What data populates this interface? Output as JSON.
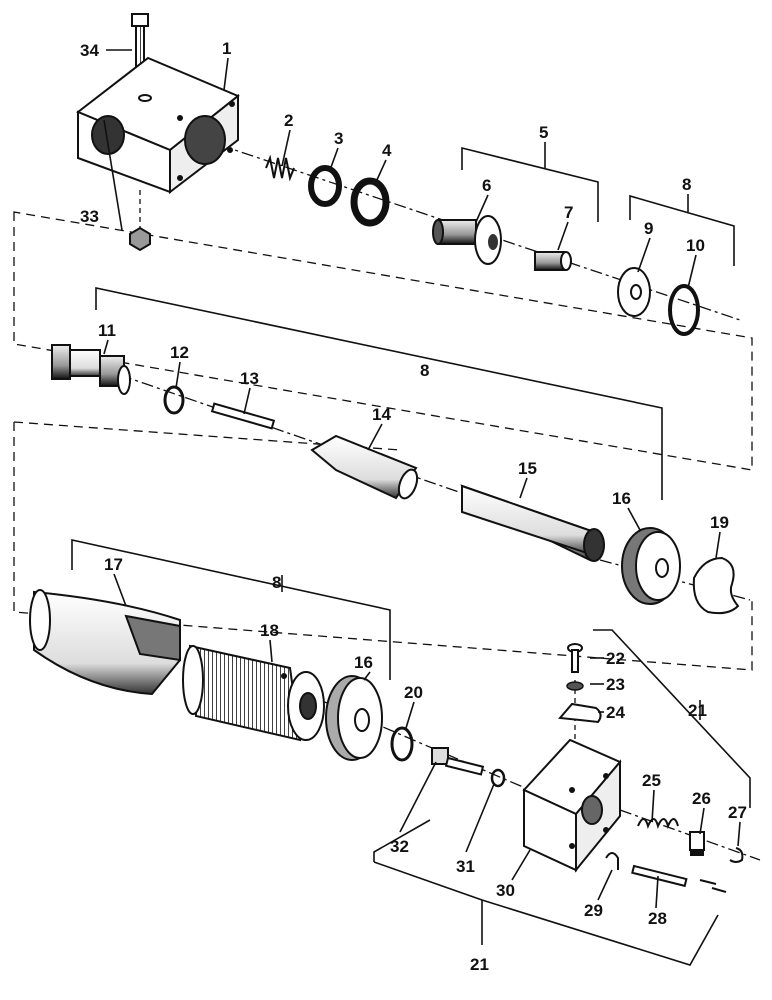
{
  "callouts": {
    "c1": "1",
    "c2": "2",
    "c3": "3",
    "c4": "4",
    "c5": "5",
    "c6": "6",
    "c7": "7",
    "c8a": "8",
    "c8b": "8",
    "c8c": "8",
    "c9": "9",
    "c10": "10",
    "c11": "11",
    "c12": "12",
    "c13": "13",
    "c14": "14",
    "c15": "15",
    "c16a": "16",
    "c16b": "16",
    "c17": "17",
    "c18": "18",
    "c19": "19",
    "c20": "20",
    "c21a": "21",
    "c21b": "21",
    "c22": "22",
    "c23": "23",
    "c24": "24",
    "c25": "25",
    "c26": "26",
    "c27": "27",
    "c28": "28",
    "c29": "29",
    "c30": "30",
    "c31": "31",
    "c32": "32",
    "c33": "33",
    "c34": "34"
  },
  "colors": {
    "ink": "#111111",
    "paper": "#ffffff",
    "shade": "#9a9a9a"
  }
}
